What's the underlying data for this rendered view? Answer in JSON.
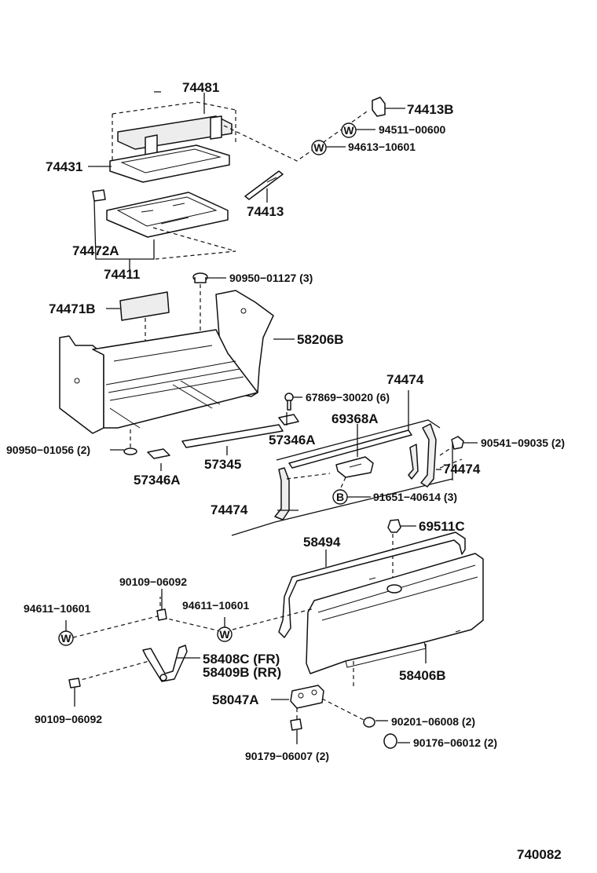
{
  "diagram": {
    "labels": {
      "p74481": "74481",
      "p74413B": "74413B",
      "p94511": "94511−00600",
      "p94613": "94613−10601",
      "p74431": "74431",
      "p74413": "74413",
      "p74472A": "74472A",
      "p74411": "74411",
      "p90950_01127": "90950−01127 (3)",
      "p74471B": "74471B",
      "p58206B": "58206B",
      "p74474_top": "74474",
      "p67869": "67869−30020 (6)",
      "p69368A": "69368A",
      "p57346A_r": "57346A",
      "p90541": "90541−09035 (2)",
      "p90950_01056": "90950−01056 (2)",
      "p57345": "57345",
      "p74474_right": "74474",
      "p57346A_l": "57346A",
      "p74474_left": "74474",
      "p91651": "91651−40614 (3)",
      "p69511C": "69511C",
      "p58494": "58494",
      "p90109_top": "90109−06092",
      "p94611_left": "94611−10601",
      "p94611_mid": "94611−10601",
      "p58408C": "58408C (FR)",
      "p58409B": "58409B (RR)",
      "p58406B": "58406B",
      "p90109_bottom": "90109−06092",
      "p58047A": "58047A",
      "p90201": "90201−06008 (2)",
      "p90176": "90176−06012 (2)",
      "p90179": "90179−06007 (2)",
      "figure_code": "740082"
    },
    "washer_marks": {
      "w": "W",
      "b": "B"
    }
  }
}
